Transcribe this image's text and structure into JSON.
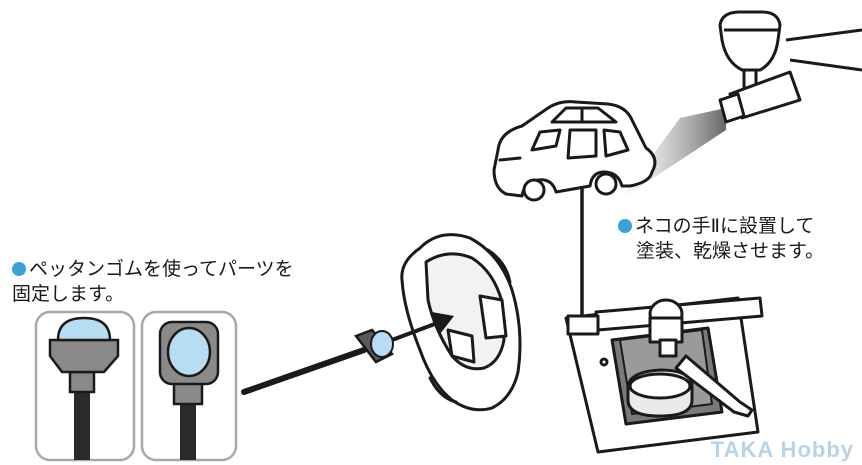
{
  "left_caption": {
    "line1": "ペッタンゴムを使ってパーツを",
    "line2": "固定します。"
  },
  "right_caption": {
    "line1": "ネコの手Ⅱに設置して",
    "line2": "塗装、乾燥させます。"
  },
  "watermark": "TAKA Hobby",
  "colors": {
    "accent": "#3aa0d8",
    "ink": "#1a1a1a",
    "gel": "#b8dcf2",
    "watermark": "#b9d3e6"
  },
  "icons": [
    "airbrush-icon",
    "car-body-icon",
    "stand-icon",
    "sticky-rubber-icon"
  ]
}
